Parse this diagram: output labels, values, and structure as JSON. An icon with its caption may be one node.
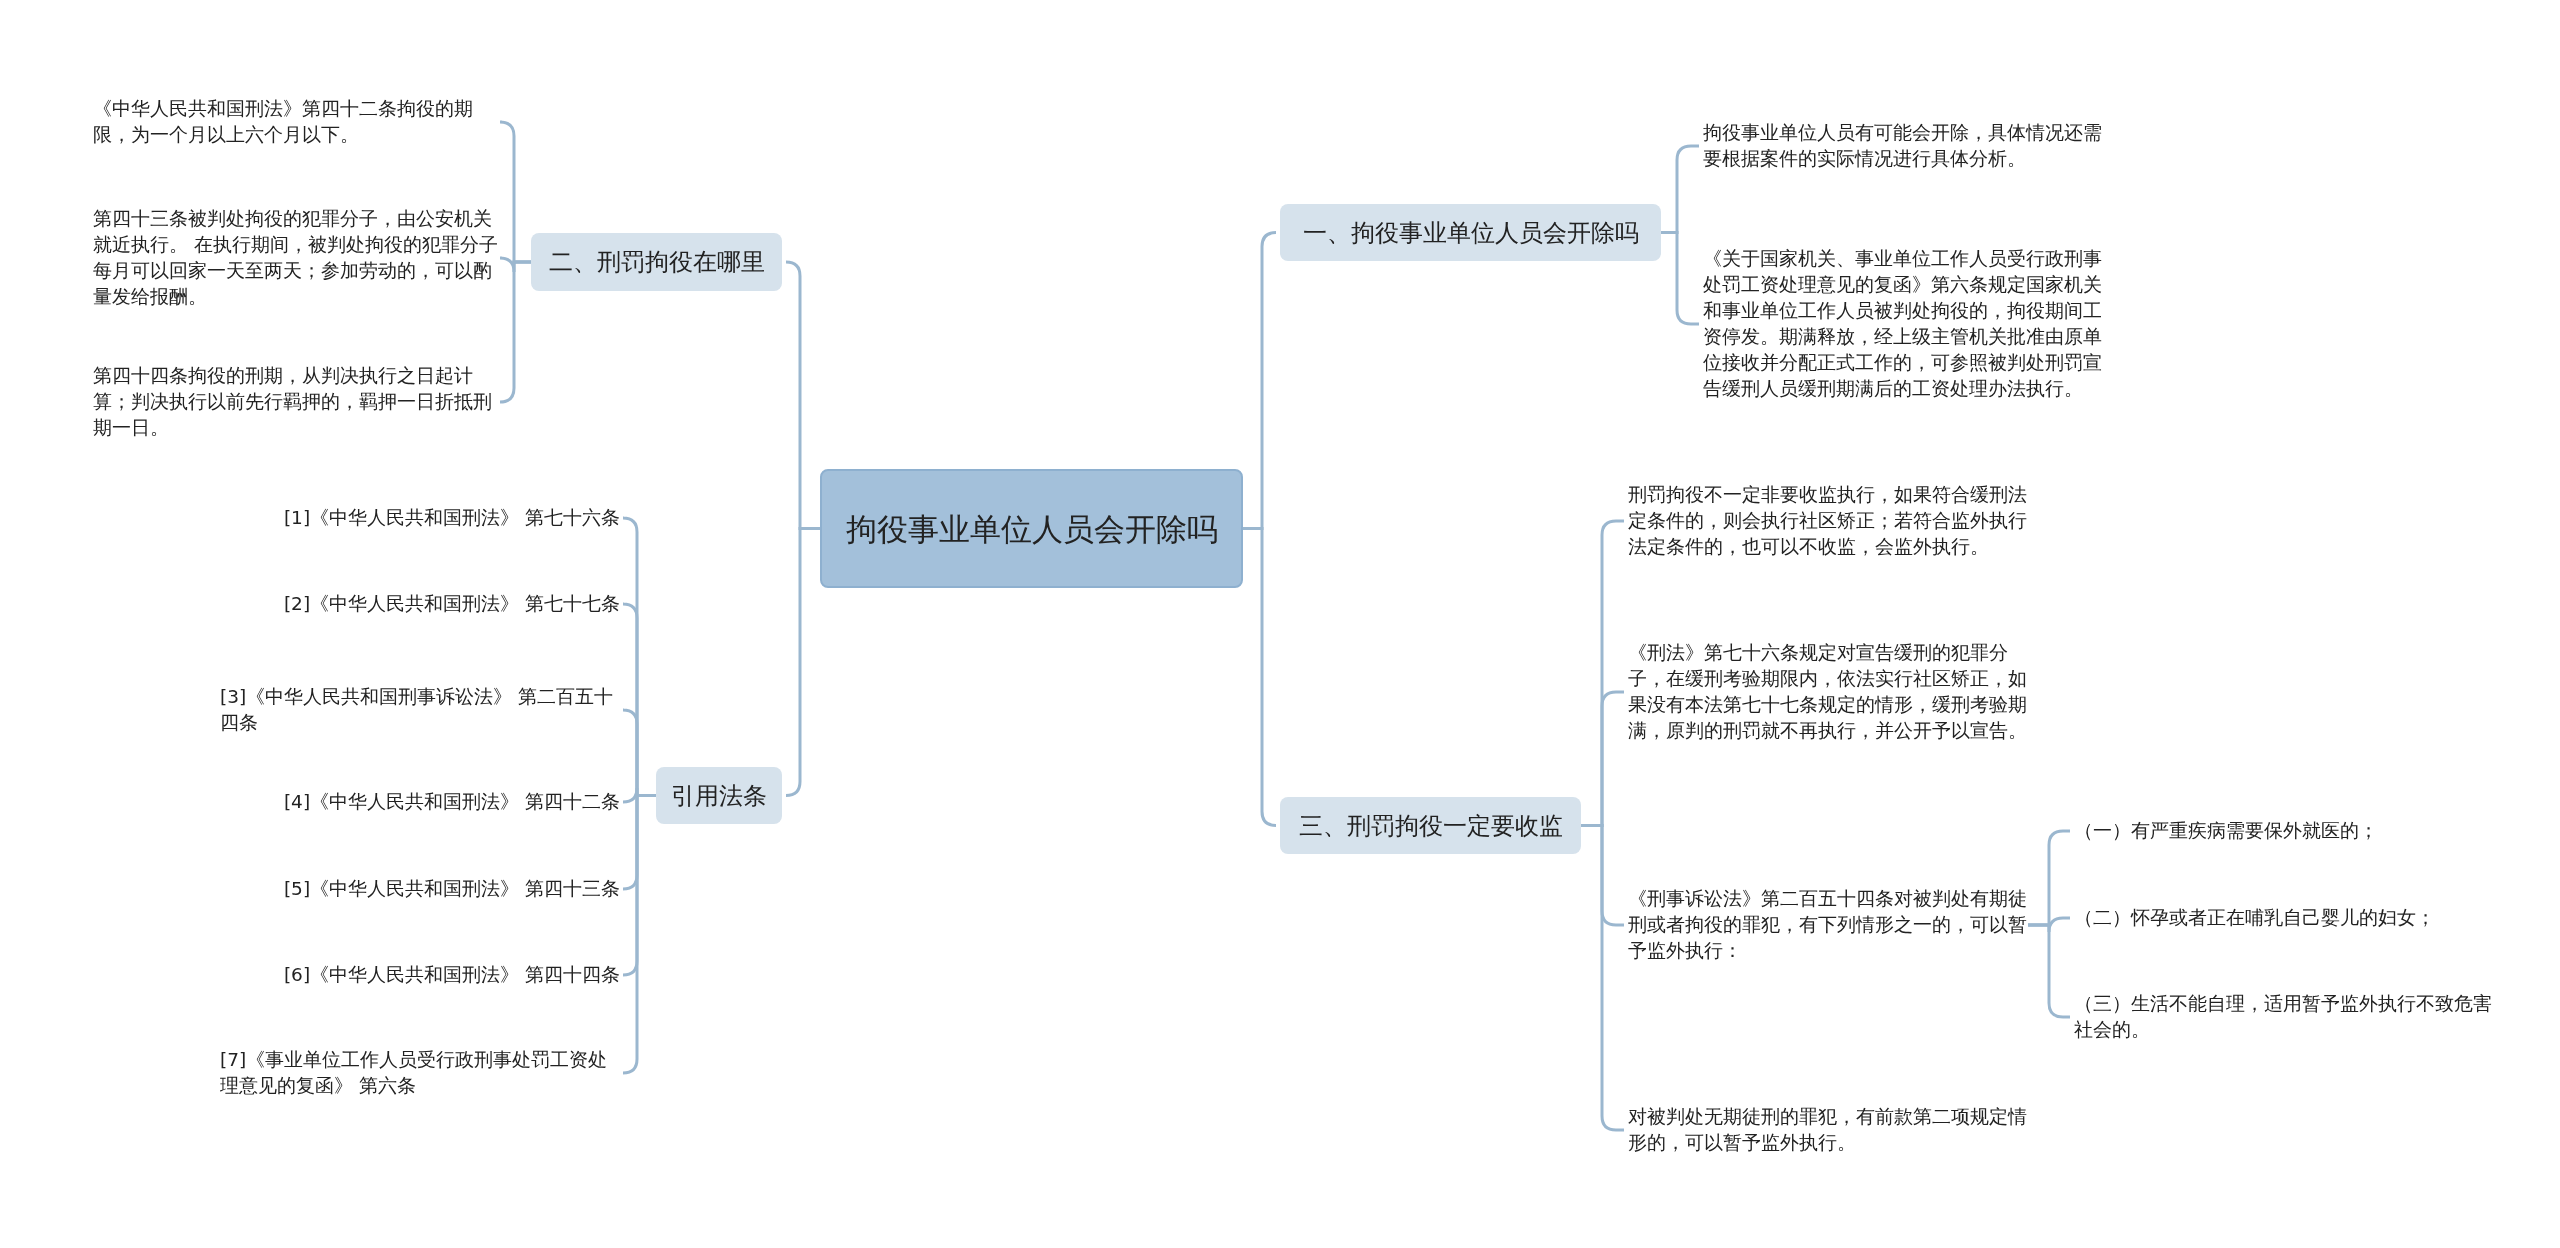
{
  "diagram": {
    "nodes": [
      {
        "text": [
          "拘役事业单位人员会开除吗"
        ]
      },
      {
        "text": [
          "二、刑罚拘役在哪里"
        ]
      },
      {
        "text": [
          "《中华人民共和国刑法》第四十二条拘役的期限，为一个月以上六个月以下。"
        ]
      },
      {
        "text": [
          "第四十三条被判处拘役的犯罪分子，由公安机关就近执行。 在执行期间，被判处拘役的犯罪分子每月可以回家一天至两天；参加劳动的，可以酌量发给报酬。"
        ]
      },
      {
        "text": [
          "第四十四条拘役的刑期，从判决执行之日起计算；判决执行以前先行羁押的，羁押一日折抵刑期一日。"
        ]
      },
      {
        "text": [
          "引用法条"
        ]
      },
      {
        "text": [
          "[1]《中华人民共和国刑法》 第七十六条"
        ]
      },
      {
        "text": [
          "[2]《中华人民共和国刑法》 第七十七条"
        ]
      },
      {
        "text": [
          "[3]《中华人民共和国刑事诉讼法》 第二百五十四条"
        ]
      },
      {
        "text": [
          "[4]《中华人民共和国刑法》 第四十二条"
        ]
      },
      {
        "text": [
          "[5]《中华人民共和国刑法》 第四十三条"
        ]
      },
      {
        "text": [
          "[6]《中华人民共和国刑法》 第四十四条"
        ]
      },
      {
        "text": [
          "[7]《事业单位工作人员受行政刑事处罚工资处理意见的复函》 第六条"
        ]
      },
      {
        "text": [
          "一、拘役事业单位人员会开除吗"
        ]
      },
      {
        "text": [
          "拘役事业单位人员有可能会开除，具体情况还需要根据案件的实际情况进行具体分析。"
        ]
      },
      {
        "text": [
          "《关于国家机关、事业单位工作人员受行政刑事处罚工资处理意见的复函》第六条规定国家机关和事业单位工作人员被判处拘役的，拘役期间工资停发。期满释放，经上级主管机关批准由原单位接收并分配正式工作的，可参照被判处刑罚宣告缓刑人员缓刑期满后的工资处理办法执行。"
        ]
      },
      {
        "text": [
          "三、刑罚拘役一定要收监"
        ]
      },
      {
        "text": [
          "刑罚拘役不一定非要收监执行，如果符合缓刑法定条件的，则会执行社区矫正；若符合监外执行法定条件的，也可以不收监，会监外执行。"
        ]
      },
      {
        "text": [
          "《刑法》第七十六条规定对宣告缓刑的犯罪分子，在缓刑考验期限内，依法实行社区矫正，如果没有本法第七十七条规定的情形，缓刑考验期满，原判的刑罚就不再执行，并公开予以宣告。"
        ]
      },
      {
        "text": [
          "《刑事诉讼法》第二百五十四条对被判处有期徒刑或者拘役的罪犯，有下列情形之一的，可以暂予监外执行："
        ]
      },
      {
        "text": [
          "对被判处无期徒刑的罪犯，有前款第二项规定情形的，可以暂予监外执行。"
        ]
      },
      {
        "text": [
          "（一）有严重疾病需要保外就医的；"
        ]
      },
      {
        "text": [
          "（二）怀孕或者正在哺乳自己婴儿的妇女；"
        ]
      },
      {
        "text": [
          "（三）生活不能自理，适用暂予监外执行不致危害社会的。"
        ]
      }
    ],
    "edges": [
      {
        "from": 0,
        "to": 1,
        "arrow": "none"
      },
      {
        "from": 1,
        "to": 2,
        "arrow": "none"
      },
      {
        "from": 1,
        "to": 3,
        "arrow": "none"
      },
      {
        "from": 1,
        "to": 4,
        "arrow": "none"
      },
      {
        "from": 0,
        "to": 5,
        "arrow": "none"
      },
      {
        "from": 5,
        "to": 6,
        "arrow": "none"
      },
      {
        "from": 5,
        "to": 7,
        "arrow": "none"
      },
      {
        "from": 5,
        "to": 8,
        "arrow": "none"
      },
      {
        "from": 5,
        "to": 9,
        "arrow": "none"
      },
      {
        "from": 5,
        "to": 10,
        "arrow": "none"
      },
      {
        "from": 5,
        "to": 11,
        "arrow": "none"
      },
      {
        "from": 5,
        "to": 12,
        "arrow": "none"
      },
      {
        "from": 0,
        "to": 13,
        "arrow": "none"
      },
      {
        "from": 13,
        "to": 14,
        "arrow": "none"
      },
      {
        "from": 13,
        "to": 15,
        "arrow": "none"
      },
      {
        "from": 0,
        "to": 16,
        "arrow": "none"
      },
      {
        "from": 16,
        "to": 17,
        "arrow": "none"
      },
      {
        "from": 16,
        "to": 18,
        "arrow": "none"
      },
      {
        "from": 16,
        "to": 19,
        "arrow": "none"
      },
      {
        "from": 16,
        "to": 20,
        "arrow": "none"
      },
      {
        "from": 19,
        "to": 21,
        "arrow": "none"
      },
      {
        "from": 19,
        "to": 22,
        "arrow": "none"
      },
      {
        "from": 19,
        "to": 23,
        "arrow": "none"
      }
    ]
  }
}
